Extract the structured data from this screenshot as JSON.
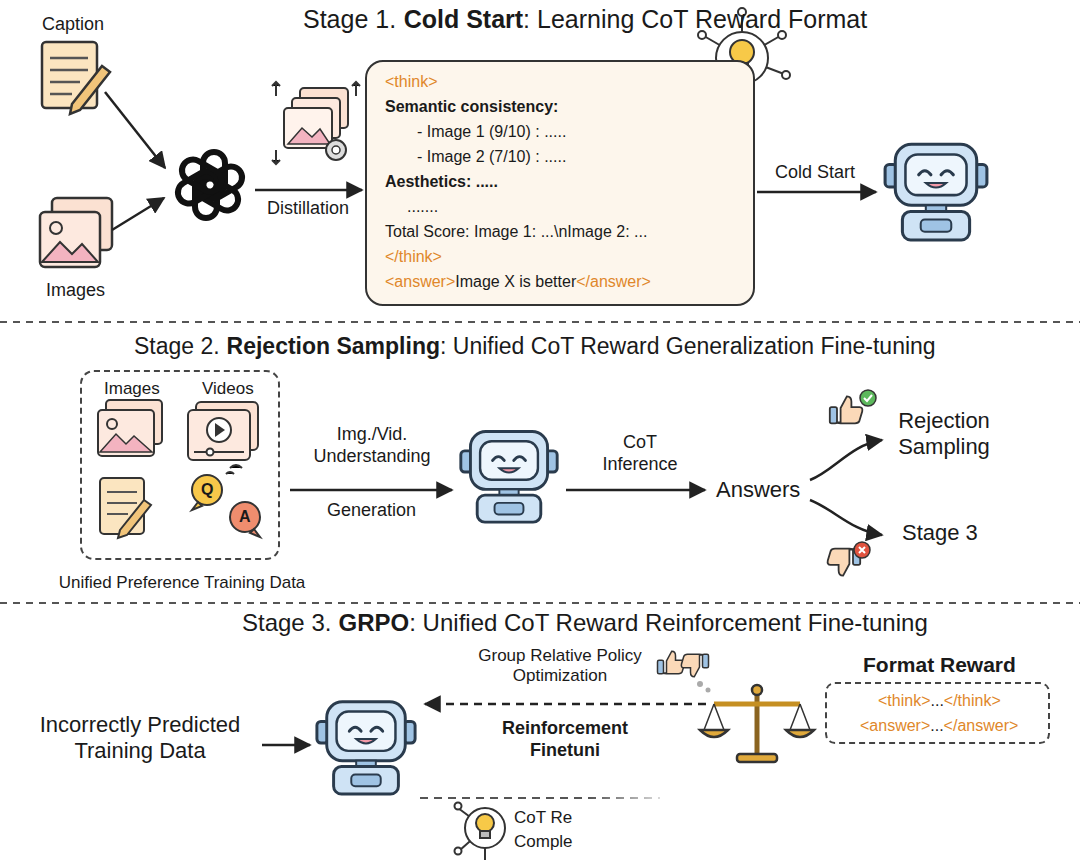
{
  "diagram": {
    "nodes": [
      {
        "text": [
          "<think>",
          "Semantic consistency:",
          "- Image 1 (9/10) : .....",
          "- Image 2 (7/10) : .....",
          "Aesthetics: .....",
          ".......",
          "Total Score: Image 1: ...\\nImage 2: ...",
          "</think>",
          "<answer>",
          "Image X is better",
          "</answer>"
        ]
      },
      {
        "text": [
          "Images",
          "Videos",
          "Unified Preference Training Data"
        ]
      },
      {
        "text": [
          "Format Reward",
          "<think>",
          "...",
          "</think>",
          "<answer>",
          "...",
          "</answer>"
        ]
      }
    ],
    "labels": [
      "Stage 1.",
      "Cold Start",
      ": Learning CoT Reward Format",
      "Caption",
      "Images",
      "Distillation",
      "Cold Start",
      "Stage 2.",
      "Rejection Sampling",
      ": Unified CoT Reward Generalization Fine-tuning",
      "Q",
      "A",
      "Img./Vid. Understanding",
      "Generation",
      "CoT Inference",
      "Answers",
      "Rejection Sampling",
      "Stage 3",
      "Stage 3.",
      "GRPO",
      ": Unified CoT Reward Reinforcement Fine-tuning",
      "Group Relative Policy Optimization",
      "Incorrectly Predicted Training Data",
      "Reinforcement Finetuni",
      "CoT Re",
      "Comple"
    ]
  }
}
